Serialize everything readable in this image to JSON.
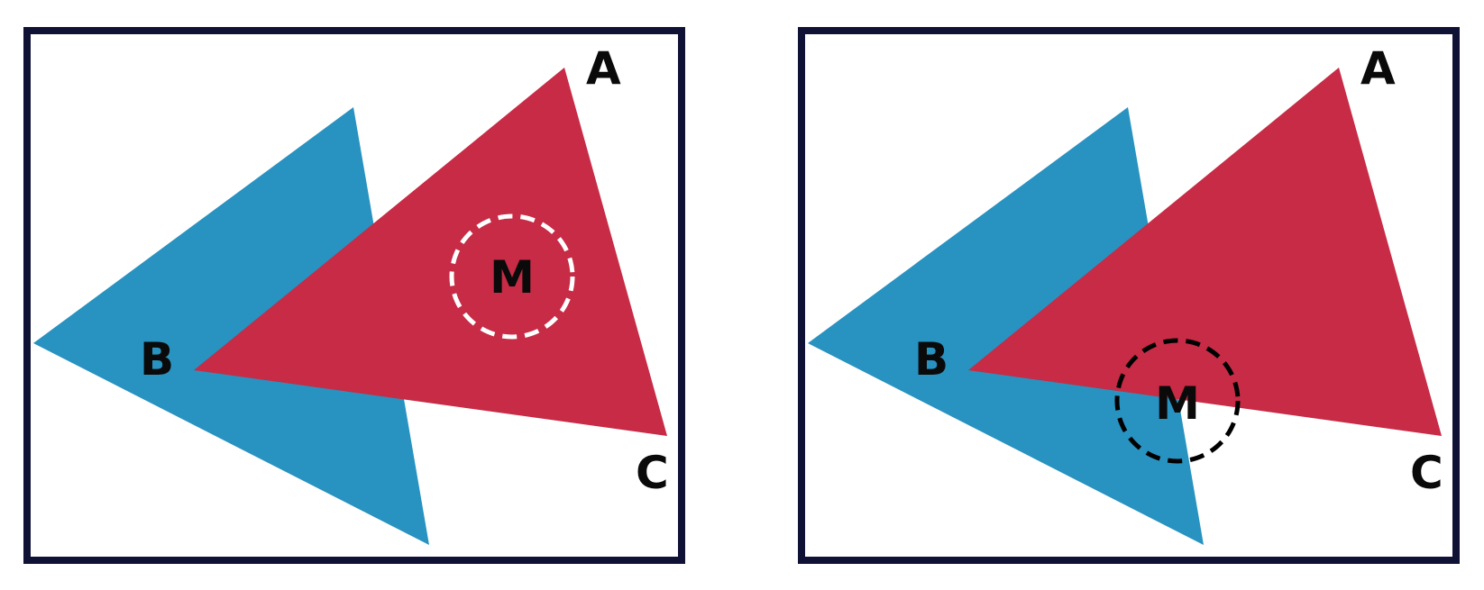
{
  "colors": {
    "frame": "#0f1235",
    "blue_triangle": "#2892c0",
    "red_triangle": "#c72b45",
    "label": "#0a0a0a",
    "circle_left": "#ffffff",
    "circle_right": "#000000"
  },
  "panels": [
    {
      "labels": {
        "a": "A",
        "b": "B",
        "c": "C",
        "m": "M"
      },
      "circle_style": "white-dashed"
    },
    {
      "labels": {
        "a": "A",
        "b": "B",
        "c": "C",
        "m": "M"
      },
      "circle_style": "black-dashed"
    }
  ]
}
